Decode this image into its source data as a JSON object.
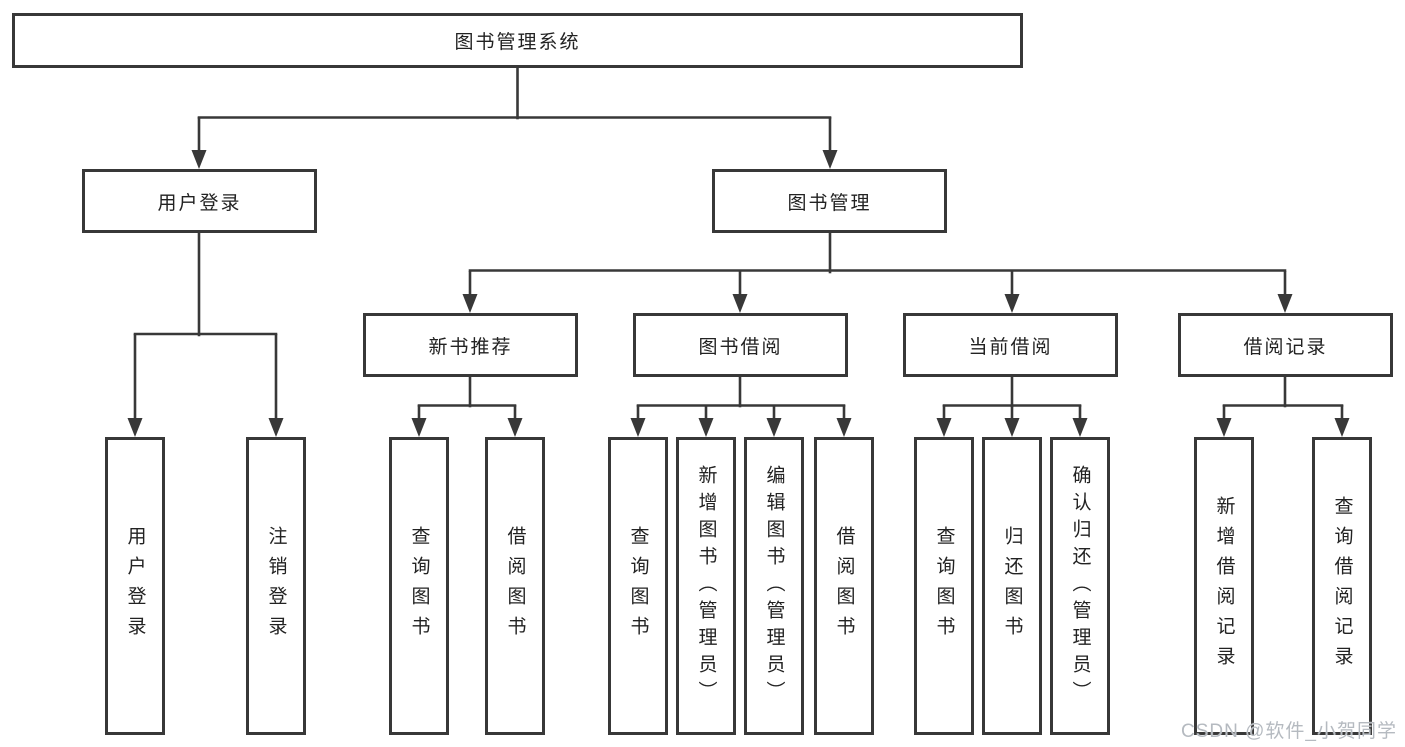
{
  "diagram": {
    "root": {
      "label": "图书管理系统"
    },
    "level2": [
      {
        "label": "用户登录"
      },
      {
        "label": "图书管理"
      }
    ],
    "level3": [
      {
        "label": "新书推荐"
      },
      {
        "label": "图书借阅"
      },
      {
        "label": "当前借阅"
      },
      {
        "label": "借阅记录"
      }
    ],
    "leaves": [
      {
        "label": "用户登录"
      },
      {
        "label": "注销登录"
      },
      {
        "label": "查询图书"
      },
      {
        "label": "借阅图书"
      },
      {
        "label": "查询图书"
      },
      {
        "label": "新增图书（管理员）"
      },
      {
        "label": "编辑图书（管理员）"
      },
      {
        "label": "借阅图书"
      },
      {
        "label": "查询图书"
      },
      {
        "label": "归还图书"
      },
      {
        "label": "确认归还（管理员）"
      },
      {
        "label": "新增借阅记录"
      },
      {
        "label": "查询借阅记录"
      }
    ]
  },
  "watermark": {
    "text": "CSDN @软件_小贺同学"
  },
  "colors": {
    "line": "#383838",
    "box_border": "#383838",
    "box_fill": "#ffffff",
    "text": "#222222",
    "watermark": "#b5bac0",
    "background": "#ffffff"
  }
}
